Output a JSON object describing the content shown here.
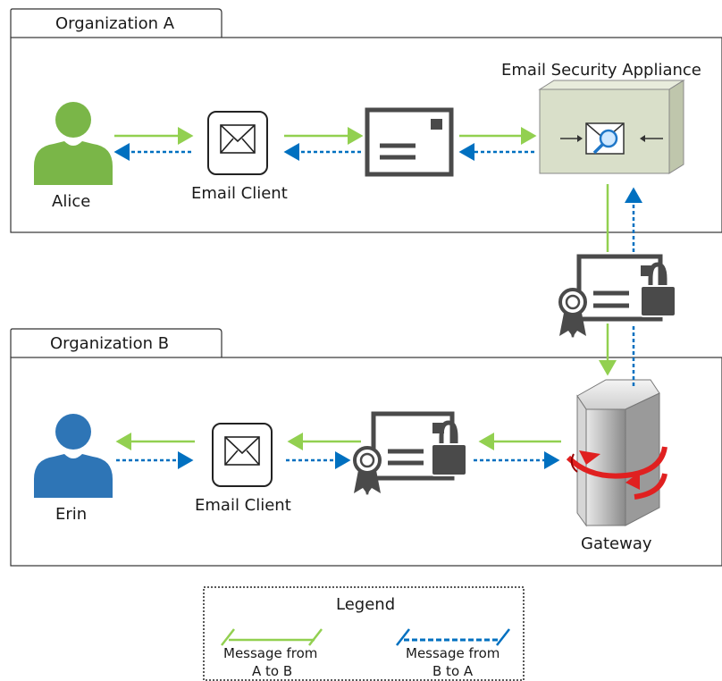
{
  "org_a": {
    "title": "Organization A"
  },
  "org_b": {
    "title": "Organization B"
  },
  "nodes": {
    "alice": "Alice",
    "email_client_a": "Email Client",
    "appliance": "Email Security Appliance",
    "erin": "Erin",
    "email_client_b": "Email Client",
    "gateway": "Gateway"
  },
  "legend": {
    "title": "Legend",
    "a_to_b_line1": "Message from",
    "a_to_b_line2": "A to B",
    "b_to_a_line1": "Message from",
    "b_to_a_line2": "B to A"
  },
  "colors": {
    "green_arrow": "#92d050",
    "blue_arrow": "#0070c0",
    "alice": "#7ab648",
    "erin": "#2e75b6",
    "icon_dark": "#4a4a4a",
    "appliance_box": "#d9dfc9",
    "red_arrow": "#e02020"
  }
}
